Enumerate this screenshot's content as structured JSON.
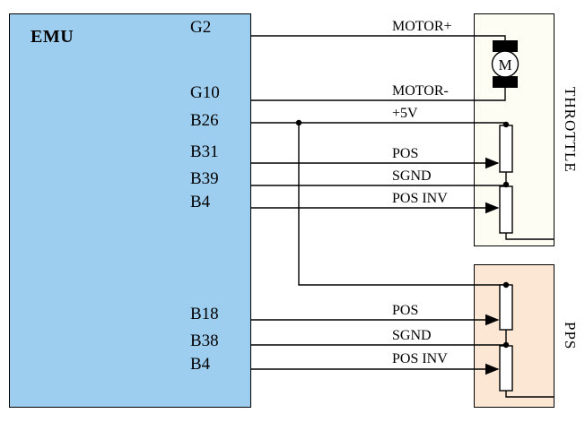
{
  "diagram": {
    "emu": {
      "title": "EMU",
      "pins": [
        "G2",
        "G10",
        "B26",
        "B31",
        "B39",
        "B4",
        "B18",
        "B38",
        "B4"
      ]
    },
    "wire_labels": [
      "MOTOR+",
      "MOTOR-",
      "+5V",
      "POS",
      "SGND",
      "POS INV",
      "POS",
      "SGND",
      "POS INV"
    ],
    "throttle": {
      "label": "THROTTLE",
      "motor_letter": "M"
    },
    "pps": {
      "label": "PPS"
    },
    "colors": {
      "emu_fill": "#9DCEF0",
      "throttle_fill": "#FEFDF4",
      "pps_fill": "#FBE7D3",
      "line": "#000000"
    }
  }
}
